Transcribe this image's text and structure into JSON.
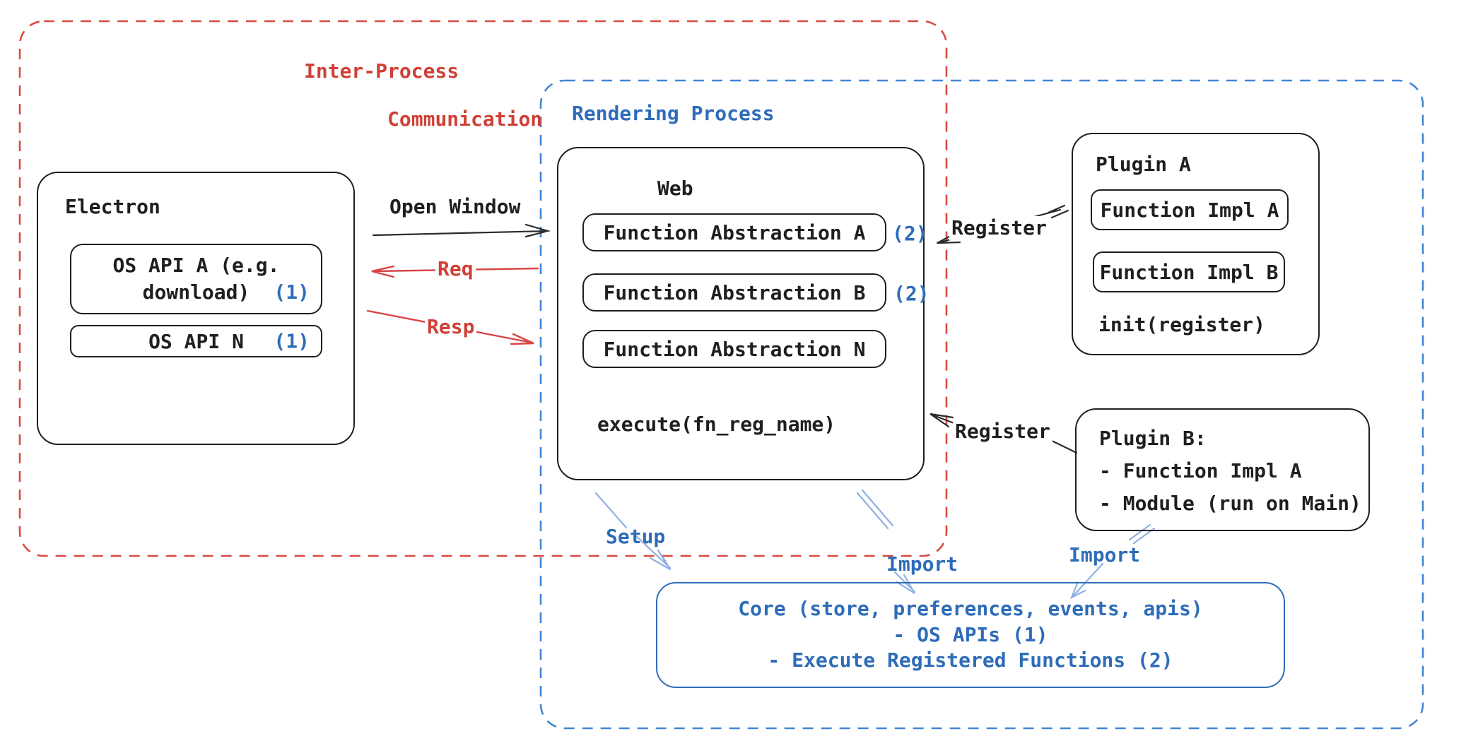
{
  "colors": {
    "red": "#cf4036",
    "red_dash": "#d84b42",
    "blue": "#2e6cb8",
    "blue_dash": "#4285d6",
    "arrow_light_blue": "#8fb0e2",
    "black": "#1f1f1f"
  },
  "ipc": {
    "title_line1": "Inter-Process",
    "title_line2": "Communication"
  },
  "rendering": {
    "title": "Rendering Process"
  },
  "electron": {
    "title": "Electron",
    "os_api_a_line1": "OS API A (e.g.",
    "os_api_a_line2": "download)",
    "os_api_a_badge": "(1)",
    "os_api_n": "OS API N",
    "os_api_n_badge": "(1)"
  },
  "flows": {
    "open_window": "Open Window",
    "req": "Req",
    "resp": "Resp",
    "register_top": "Register",
    "register_bottom": "Register",
    "setup": "Setup",
    "import_mid": "Import",
    "import_plugin_b": "Import"
  },
  "web": {
    "title": "Web",
    "fa_a": "Function Abstraction A",
    "fa_a_badge": "(2)",
    "fa_b": "Function Abstraction B",
    "fa_b_badge": "(2)",
    "fa_n": "Function Abstraction N",
    "execute": "execute(fn_reg_name)"
  },
  "plugin_a": {
    "title": "Plugin A",
    "impl_a": "Function Impl A",
    "impl_b": "Function Impl B",
    "init": "init(register)"
  },
  "plugin_b": {
    "line1": "Plugin B:",
    "line2": "- Function Impl A",
    "line3": "- Module (run on Main)"
  },
  "core": {
    "line1": "Core (store, preferences, events, apis)",
    "line2": "- OS APIs (1)",
    "line3": "- Execute Registered Functions (2)"
  }
}
